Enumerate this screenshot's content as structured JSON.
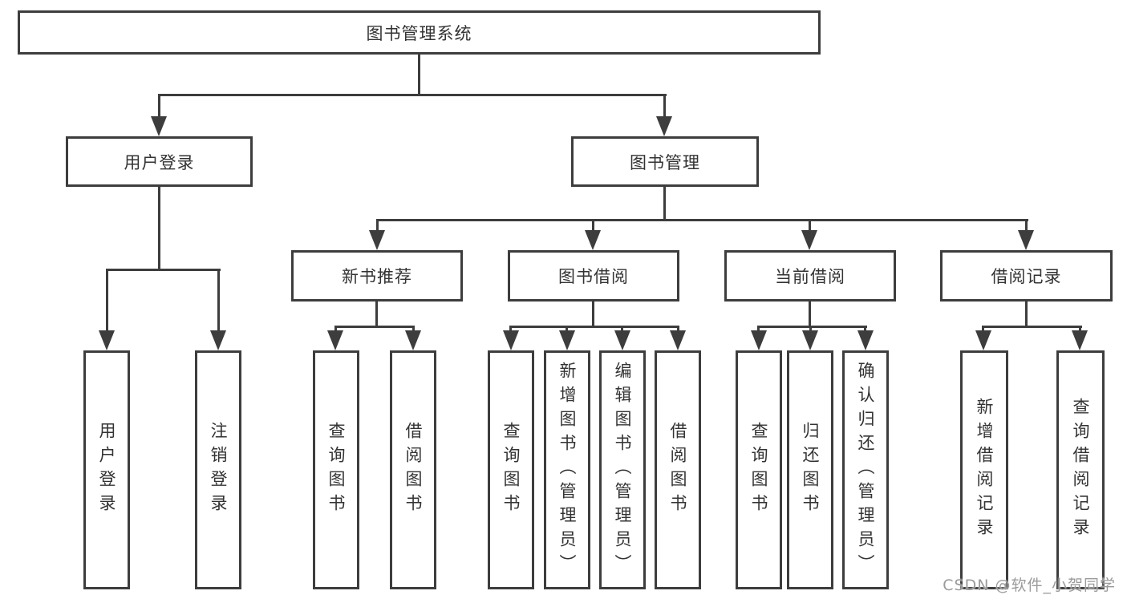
{
  "tree": {
    "root": "图书管理系统",
    "branches": [
      {
        "label": "用户登录",
        "children": [
          "用户登录",
          "注销登录"
        ]
      },
      {
        "label": "图书管理",
        "groups": [
          {
            "label": "新书推荐",
            "children": [
              "查询图书",
              "借阅图书"
            ]
          },
          {
            "label": "图书借阅",
            "children": [
              "查询图书",
              "新增图书（管理员）",
              "编辑图书（管理员）",
              "借阅图书"
            ]
          },
          {
            "label": "当前借阅",
            "children": [
              "查询图书",
              "归还图书",
              "确认归还（管理员）"
            ]
          },
          {
            "label": "借阅记录",
            "children": [
              "新增借阅记录",
              "查询借阅记录"
            ]
          }
        ]
      }
    ]
  },
  "watermark": "CSDN @软件_小贺同学",
  "colors": {
    "line": "#3d3d3d",
    "text": "#333333",
    "background": "#ffffff",
    "watermark": "#9b9b9b"
  }
}
